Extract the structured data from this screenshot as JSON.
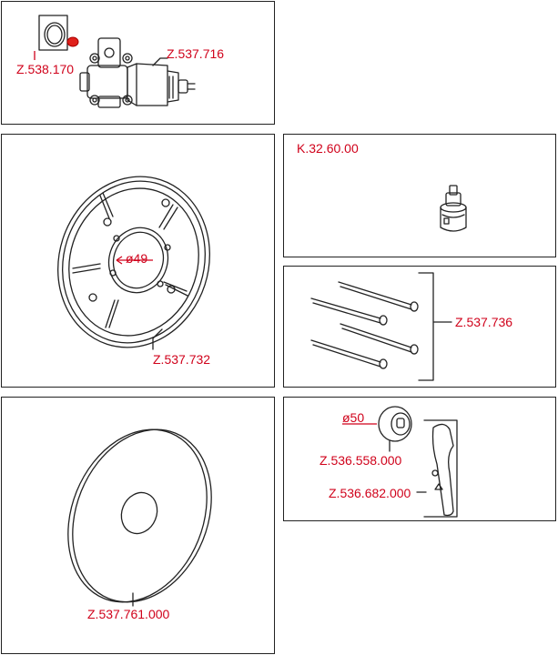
{
  "colors": {
    "label": "#d0021b",
    "line": "#222222",
    "highlight": "#e0201b"
  },
  "parts": {
    "valve_body": {
      "label": "Z.537.716"
    },
    "o_ring": {
      "label": "Z.538.170"
    },
    "cartridge": {
      "label": "K.32.60.00"
    },
    "mounting_plate": {
      "label": "Z.537.732",
      "dimension": "ø49"
    },
    "screws": {
      "label": "Z.537.736"
    },
    "knob": {
      "label": "Z.536.558.000",
      "dimension": "ø50"
    },
    "lever": {
      "label": "Z.536.682.000"
    },
    "cover_plate": {
      "label": "Z.537.761.000"
    }
  }
}
